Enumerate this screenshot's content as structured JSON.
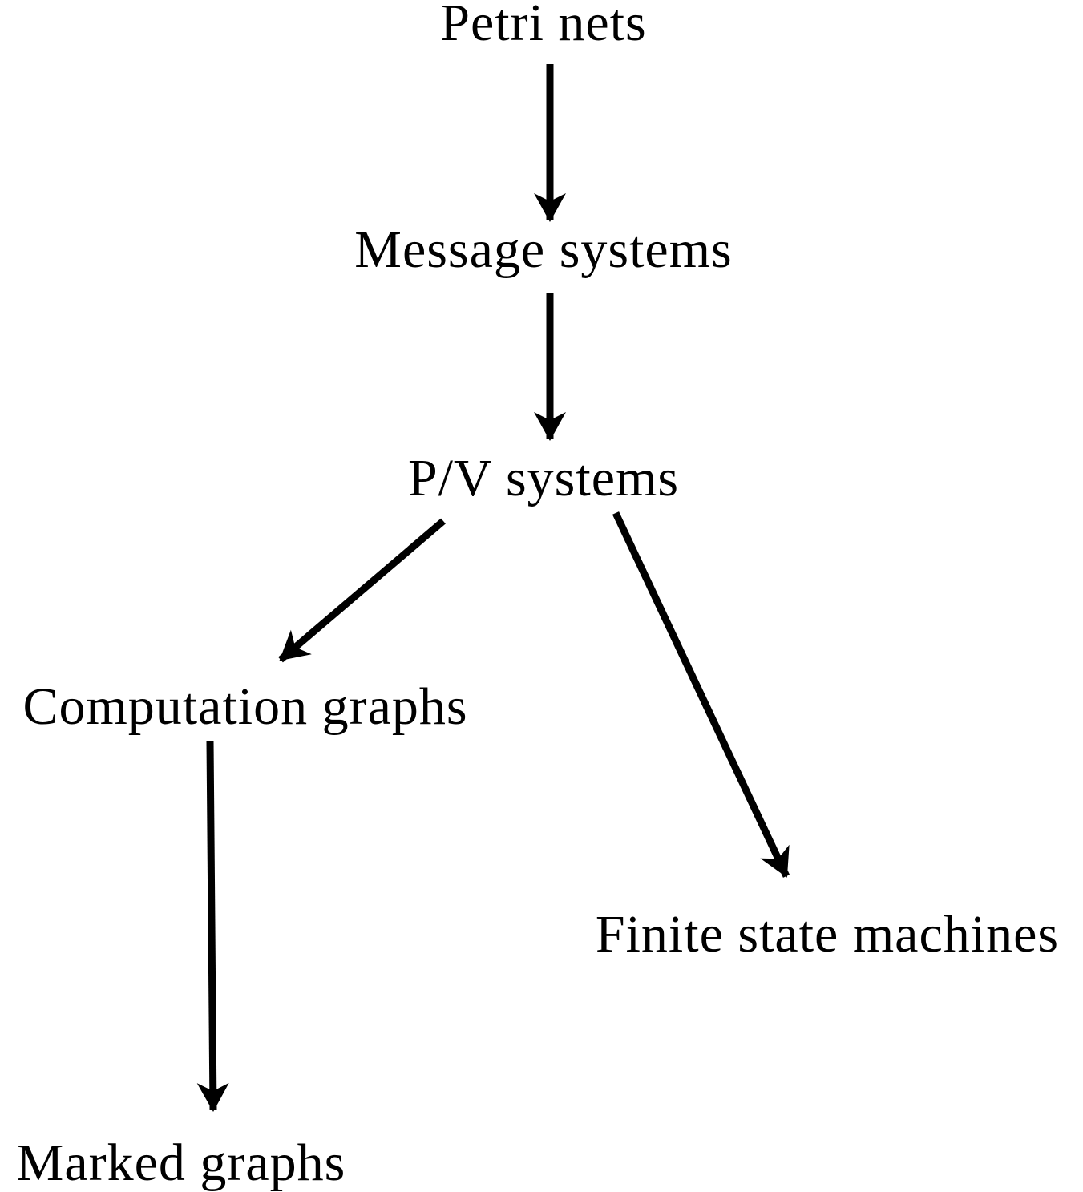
{
  "nodes": {
    "petri_nets": "Petri nets",
    "message_systems": "Message systems",
    "pv_systems": "P/V systems",
    "computation_graphs": "Computation graphs",
    "finite_state_machines": "Finite state machines",
    "marked_graphs": "Marked graphs"
  },
  "edges": [
    {
      "from": "Petri nets",
      "to": "Message systems"
    },
    {
      "from": "Message systems",
      "to": "P/V systems"
    },
    {
      "from": "P/V systems",
      "to": "Computation graphs"
    },
    {
      "from": "P/V systems",
      "to": "Finite state machines"
    },
    {
      "from": "Computation graphs",
      "to": "Marked graphs"
    }
  ],
  "colors": {
    "ink": "#000000",
    "background": "#ffffff"
  }
}
